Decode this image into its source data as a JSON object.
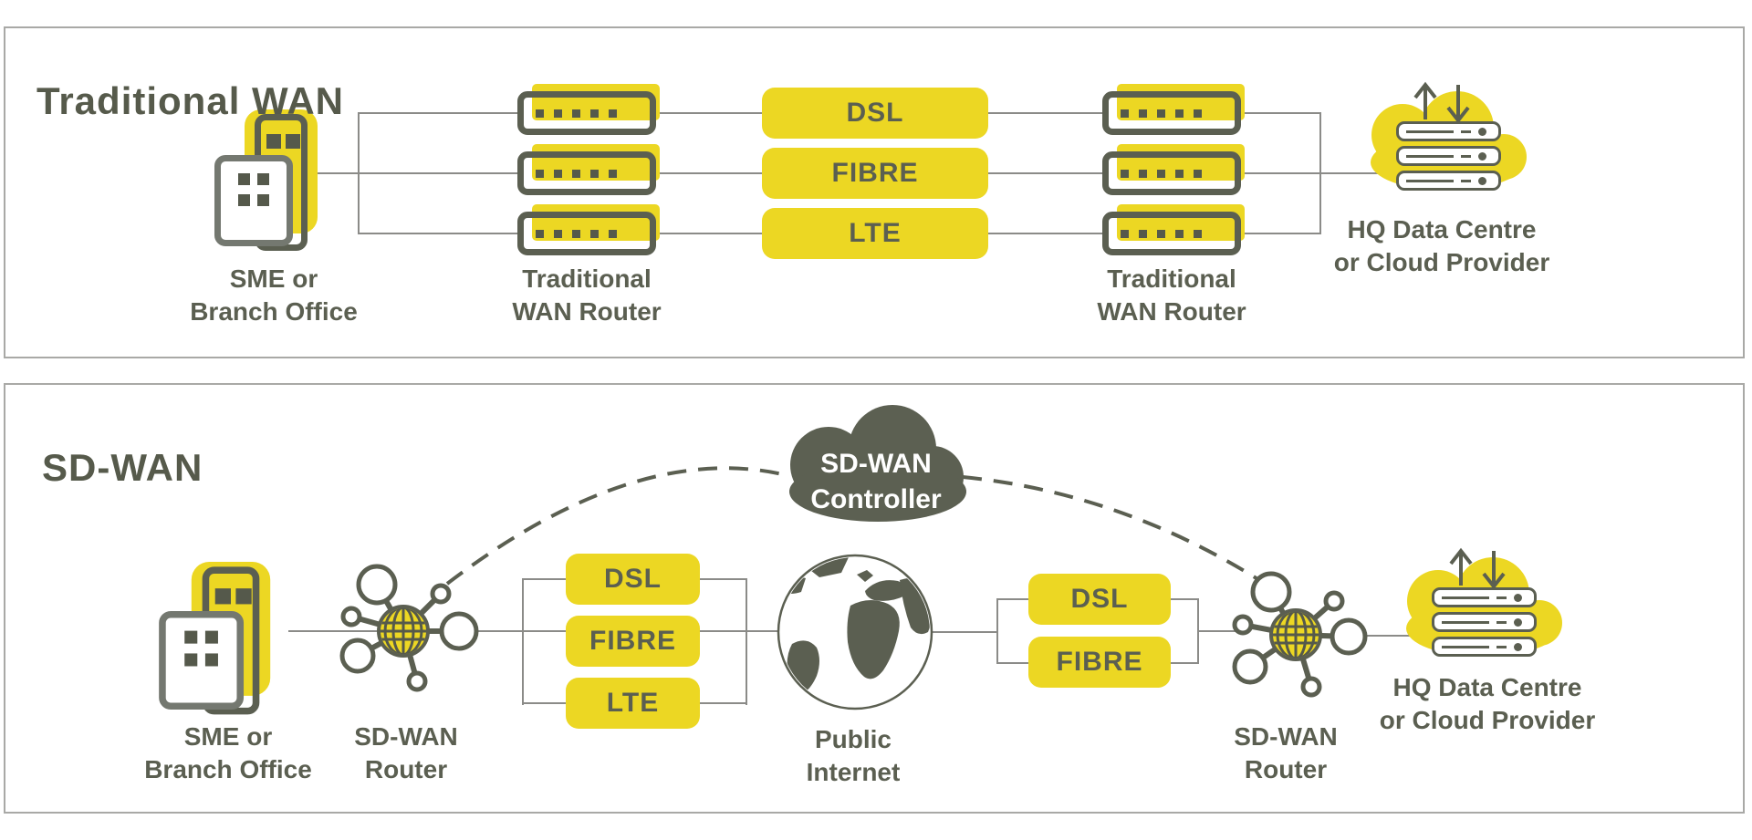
{
  "colors": {
    "accent_yellow": "#ecd723",
    "dark_olive": "#5b5f51",
    "line_gray": "#8b8b88",
    "panel_border": "#a9a9a6",
    "controller_cloud": "#5c6052",
    "controller_text": "#ffffff"
  },
  "traditional": {
    "title": "Traditional WAN",
    "branch_label": [
      "SME or",
      "Branch Office"
    ],
    "router_left_label": [
      "Traditional",
      "WAN Router"
    ],
    "links": [
      "DSL",
      "FIBRE",
      "LTE"
    ],
    "router_right_label": [
      "Traditional",
      "WAN Router"
    ],
    "hq_label": [
      "HQ Data Centre",
      "or Cloud Provider"
    ]
  },
  "sdwan": {
    "title": "SD-WAN",
    "branch_label": [
      "SME or",
      "Branch Office"
    ],
    "router_left_label": [
      "SD-WAN",
      "Router"
    ],
    "links_left": [
      "DSL",
      "FIBRE",
      "LTE"
    ],
    "internet_label": [
      "Public",
      "Internet"
    ],
    "links_right": [
      "DSL",
      "FIBRE"
    ],
    "router_right_label": [
      "SD-WAN",
      "Router"
    ],
    "controller_label": [
      "SD-WAN",
      "Controller"
    ],
    "hq_label": [
      "HQ Data Centre",
      "or Cloud Provider"
    ]
  }
}
